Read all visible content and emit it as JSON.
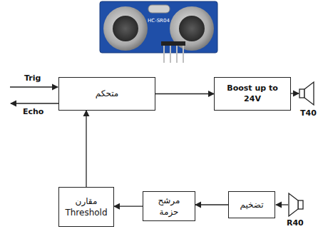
{
  "diagram": {
    "nodes": [
      {
        "text": [
          "متحكم"
        ]
      },
      {
        "text": [
          "Boost up to 24V"
        ]
      },
      {
        "text": [
          "مقارن Threshold"
        ]
      },
      {
        "text": [
          "مرشح حزمة"
        ]
      },
      {
        "text": [
          "تضخيم"
        ]
      }
    ],
    "edges": [
      {
        "from": 0,
        "to": 1,
        "arrow": "to"
      },
      {
        "from": 4,
        "to": 3,
        "arrow": "to"
      },
      {
        "from": 3,
        "to": 2,
        "arrow": "to"
      },
      {
        "from": 2,
        "to": 0,
        "arrow": "to"
      }
    ],
    "labels": [
      "Trig",
      "Echo",
      "T40",
      "R40",
      "HC-SR04"
    ]
  }
}
